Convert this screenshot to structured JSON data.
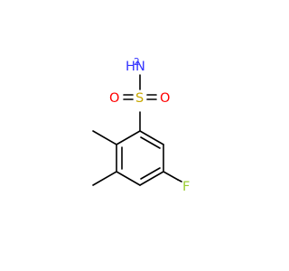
{
  "molecule": {
    "atoms": {
      "n_label": "N",
      "h_label": "H",
      "h_count": "2",
      "s_label": "S",
      "o_left_label": "O",
      "o_right_label": "O",
      "f_label": "F"
    },
    "colors": {
      "bond": "#000000",
      "nitrogen": "#3333ff",
      "sulfur": "#c8a800",
      "oxygen": "#ff0000",
      "fluorine": "#9acd32"
    }
  }
}
